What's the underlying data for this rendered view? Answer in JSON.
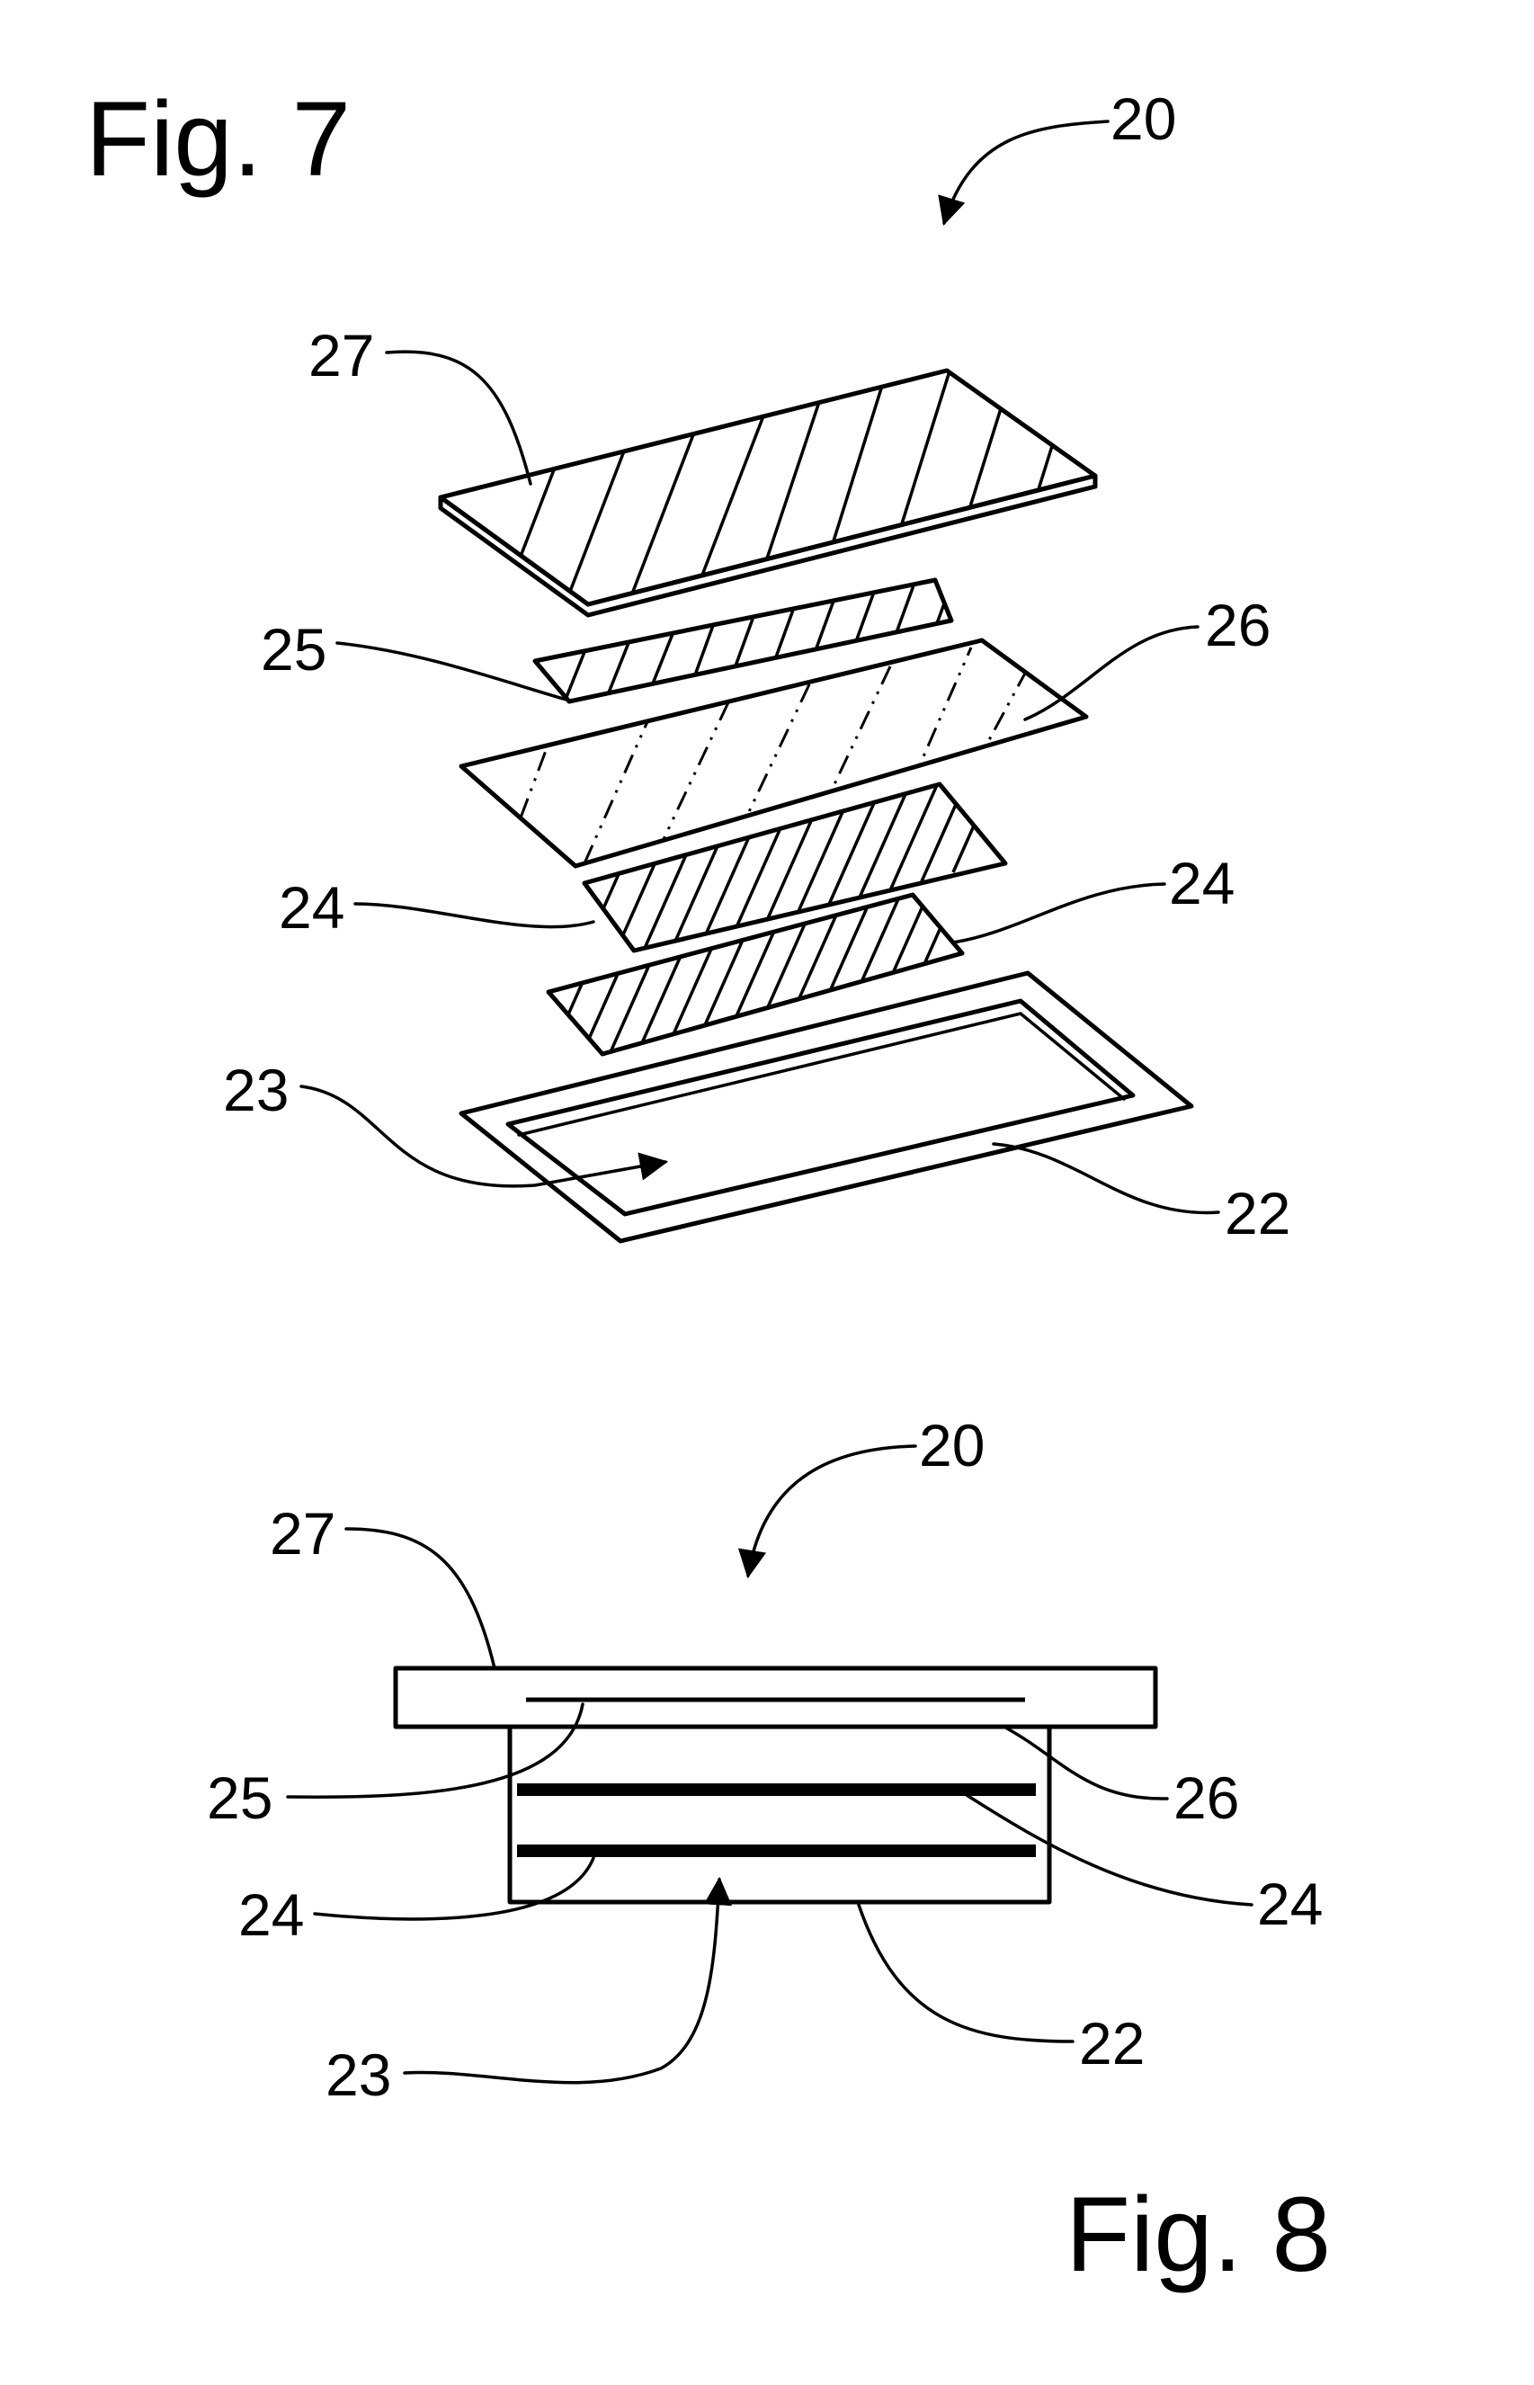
{
  "fig7": {
    "title": "Fig. 7",
    "labels": {
      "assembly": "20",
      "cover": "27",
      "strip": "25",
      "layer": "26",
      "electrode_upper": "24",
      "electrode_lower": "24",
      "cavity": "23",
      "frame": "22"
    }
  },
  "fig8": {
    "title": "Fig. 8",
    "labels": {
      "assembly": "20",
      "cover": "27",
      "strip": "25",
      "layer": "26",
      "electrode_upper": "24",
      "electrode_lower": "24",
      "cavity": "23",
      "frame": "22"
    }
  }
}
